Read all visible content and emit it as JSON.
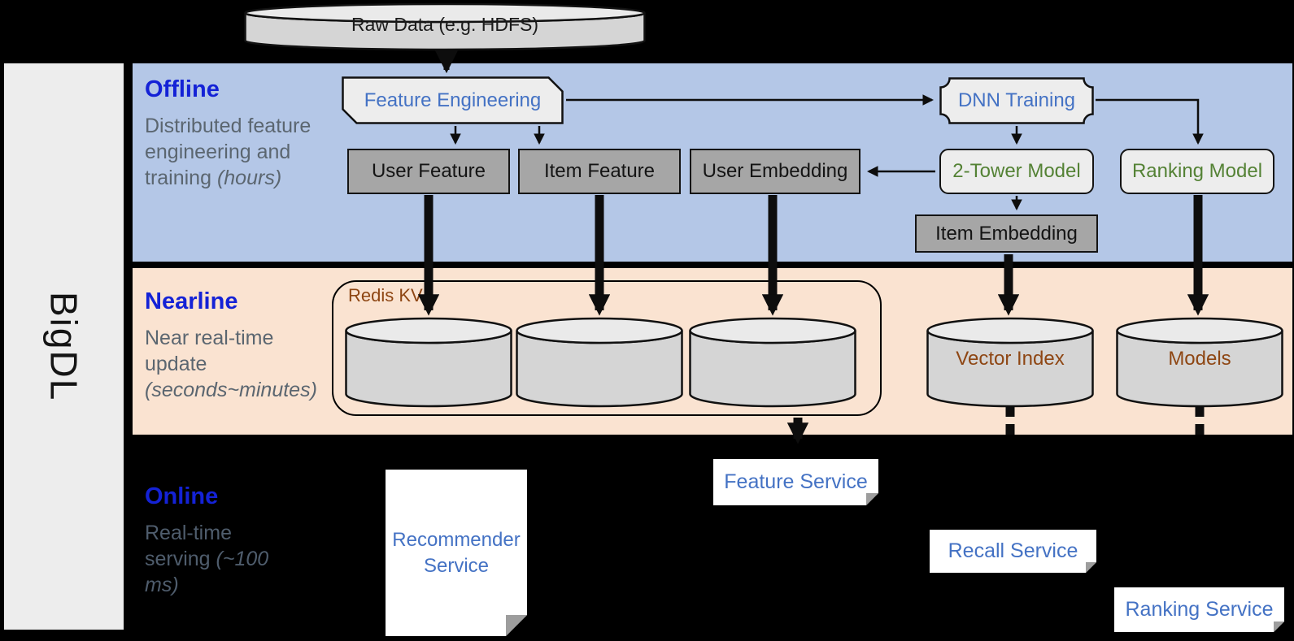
{
  "sidebar": {
    "brand": "BigDL"
  },
  "source_store": {
    "label": "Raw Data (e.g. HDFS)"
  },
  "sections": {
    "offline": {
      "title": "Offline",
      "desc": "Distributed feature engineering and training ",
      "desc_italic": "(hours)"
    },
    "nearline": {
      "title": "Nearline",
      "desc": "Near real-time update ",
      "desc_italic": "(seconds~minutes)"
    },
    "online": {
      "title": "Online",
      "desc": "Real-time serving ",
      "desc_italic": "(~100 ms)"
    }
  },
  "nodes": {
    "feature_engineering": "Feature Engineering",
    "dnn_training": "DNN Training",
    "user_feature": "User Feature",
    "item_feature": "Item Feature",
    "user_embedding": "User Embedding",
    "two_tower_model": "2-Tower Model",
    "ranking_model": "Ranking Model",
    "item_embedding": "Item Embedding",
    "redis_kv": "Redis KV",
    "vector_index": "Vector Index",
    "models": "Models",
    "recommender_service": "Recommender Service",
    "feature_service": "Feature Service",
    "recall_service": "Recall Service",
    "ranking_service": "Ranking Service"
  },
  "colors": {
    "background": "#000000",
    "offline_band": "#b4c7e7",
    "nearline_band": "#fae3d1",
    "section_title_blue": "#1422d6",
    "muted_text_gray": "#5b6670",
    "node_text_blue": "#4472c4",
    "node_text_green": "#548235",
    "store_text_brown": "#8e4613",
    "box_dark_gray": "#a6a6a6",
    "box_light_gray": "#ededed",
    "cylinder_gray": "#d5d5d5",
    "sidebar_gray": "#ededed"
  }
}
